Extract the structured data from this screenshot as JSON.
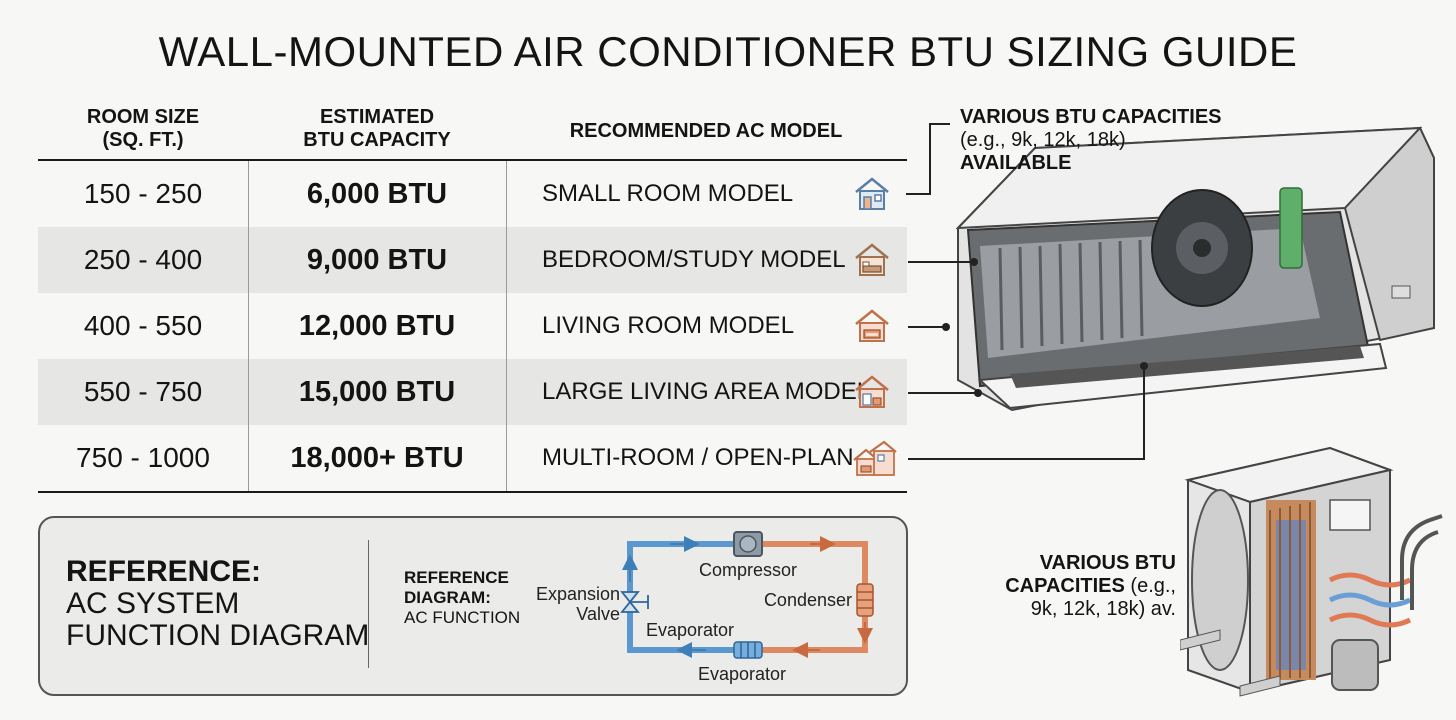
{
  "title": "WALL-MOUNTED AIR CONDITIONER BTU SIZING GUIDE",
  "table": {
    "headers": {
      "room_size": [
        "ROOM SIZE",
        "(SQ. FT.)"
      ],
      "btu": [
        "ESTIMATED",
        "BTU CAPACITY"
      ],
      "model": "RECOMMENDED AC MODEL"
    },
    "rows": [
      {
        "size": "150 - 250",
        "btu": "6,000 BTU",
        "model": "SMALL ROOM MODEL",
        "icon": "house-icon"
      },
      {
        "size": "250 - 400",
        "btu": "9,000 BTU",
        "model": "BEDROOM/STUDY MODEL",
        "icon": "bedroom-icon"
      },
      {
        "size": "400 - 550",
        "btu": "12,000 BTU",
        "model": "LIVING ROOM MODEL",
        "icon": "sofa-icon"
      },
      {
        "size": "550 - 750",
        "btu": "15,000 BTU",
        "model": "LARGE LIVING AREA MODEL",
        "icon": "large-living-icon"
      },
      {
        "size": "750 - 1000",
        "btu": "18,000+ BTU",
        "model": "MULTI-ROOM / OPEN-PLAN",
        "icon": "multi-room-icon"
      }
    ]
  },
  "reference": {
    "heading_bold": "REFERENCE:",
    "heading_lines": [
      "AC SYSTEM",
      "FUNCTION DIAGRAM"
    ],
    "small_bold": [
      "REFERENCE",
      "DIAGRAM:"
    ],
    "small_text": "AC FUNCTION",
    "diagram_labels": {
      "compressor": "Compressor",
      "condenser": "Condenser",
      "expansion": [
        "Expansion",
        "Valve"
      ],
      "evaporator_inner": "Evaporator",
      "evaporator_outer": "Evaporator"
    },
    "colors": {
      "cold": "#5b98cf",
      "hot": "#dd8a62"
    }
  },
  "callouts": {
    "indoor": {
      "bold_top": "VARIOUS BTU CAPACITIES",
      "middle": "(e.g., 9k, 12k, 18k)",
      "bold_bottom": "AVAILABLE"
    },
    "outdoor": {
      "bold_line1": "VARIOUS BTU",
      "bold_line2": "CAPACITIES",
      "rest_line2": " (e.g.,",
      "line3": "9k, 12k, 18k) av."
    }
  }
}
